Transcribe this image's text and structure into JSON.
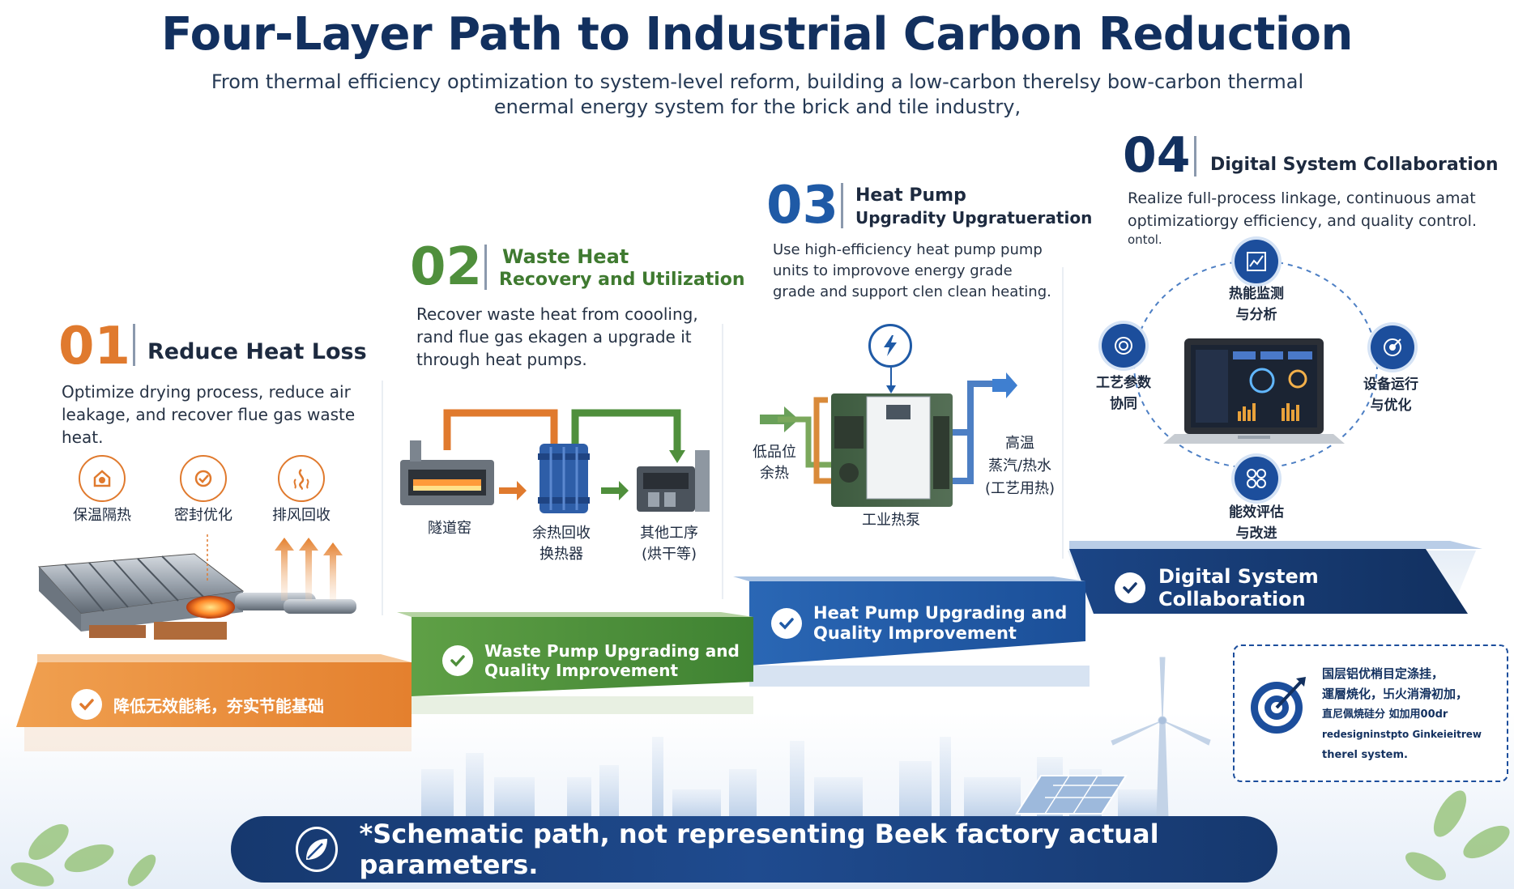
{
  "title": "Four-Layer Path to Industrial Carbon Reduction",
  "subtitle": "From thermal efficiency optimization to system-level reform, building a low-carbon therelsy bow-carbon thermal enermal energy system for the brick and tile industry,",
  "colors": {
    "orange": "#e07a2e",
    "green": "#4f8f3c",
    "blue": "#1f5aa6",
    "navy": "#16386e"
  },
  "layers": [
    {
      "number": "01",
      "heading": "Reduce Heat Loss",
      "description": "Optimize drying process, reduce air leakage, and recover flue gas waste heat.",
      "icons": [
        {
          "icon": "insulation-icon",
          "label": "保温隔热"
        },
        {
          "icon": "seal-icon",
          "label": "密封优化"
        },
        {
          "icon": "exhaust-icon",
          "label": "排风回收"
        }
      ],
      "step_label": "降低无效能耗，夯实节能基础"
    },
    {
      "number": "02",
      "heading_line1": "Waste Heat",
      "heading_line2": "Recovery and Utilization",
      "description": "Recover waste heat from coooling, rand flue gas ekagen a upgrade it through heat pumps.",
      "flow": [
        {
          "icon": "tunnel-kiln-icon",
          "label": "隧道窑"
        },
        {
          "icon": "heat-exchanger-icon",
          "label_line1": "余热回收",
          "label_line2": "换热器"
        },
        {
          "icon": "process-unit-icon",
          "label_line1": "其他工序",
          "label_line2": "(烘干等)"
        }
      ],
      "step_line1": "Waste Pump Upgrading and",
      "step_line2": "Quality Improvement"
    },
    {
      "number": "03",
      "heading_line1": "Heat Pump",
      "heading_line2": "Upgradity Upgratueration",
      "description": "Use high-efficiency heat pump pump units to improvove energy grade grade and support clen clean heating.",
      "input_label_line1": "低品位",
      "input_label_line2": "余热",
      "output_label_line1": "高温",
      "output_label_line2": "蒸汽/热水",
      "output_label_line3": "(工艺用热)",
      "device_label": "工业热泵",
      "step_line1": "Heat Pump Upgrading and",
      "step_line2": "Quality Improvement"
    },
    {
      "number": "04",
      "heading": "Digital System Collaboration",
      "description_line1": "Realize full-process linkage, continuous amat",
      "description_line2": "optimizatiorgy efficiency, and quality control.",
      "description_line3": "ontol.",
      "nodes": [
        {
          "icon": "chart-icon",
          "label_line1": "热能监测",
          "label_line2": "与分析"
        },
        {
          "icon": "target-icon",
          "label_line1": "设备运行",
          "label_line2": "与优化"
        },
        {
          "icon": "grid-icon",
          "label_line1": "能效评估",
          "label_line2": "与改进"
        },
        {
          "icon": "gauge-icon",
          "label_line1": "工艺参数",
          "label_line2": "协同"
        }
      ],
      "step_label": "Digital System Collaboration"
    }
  ],
  "note": {
    "icon": "target-icon",
    "lines": [
      "国层铝优梢目定涤挂，",
      "運層焼化，卐火消滑初加，",
      "直尼佩焼硅分 如加用00dr",
      "redesigninstpto Ginkeieitrew",
      "therel system."
    ]
  },
  "footer": {
    "icon": "leaf-icon",
    "text": "*Schematic path, not representing Beek factory actual parameters."
  }
}
